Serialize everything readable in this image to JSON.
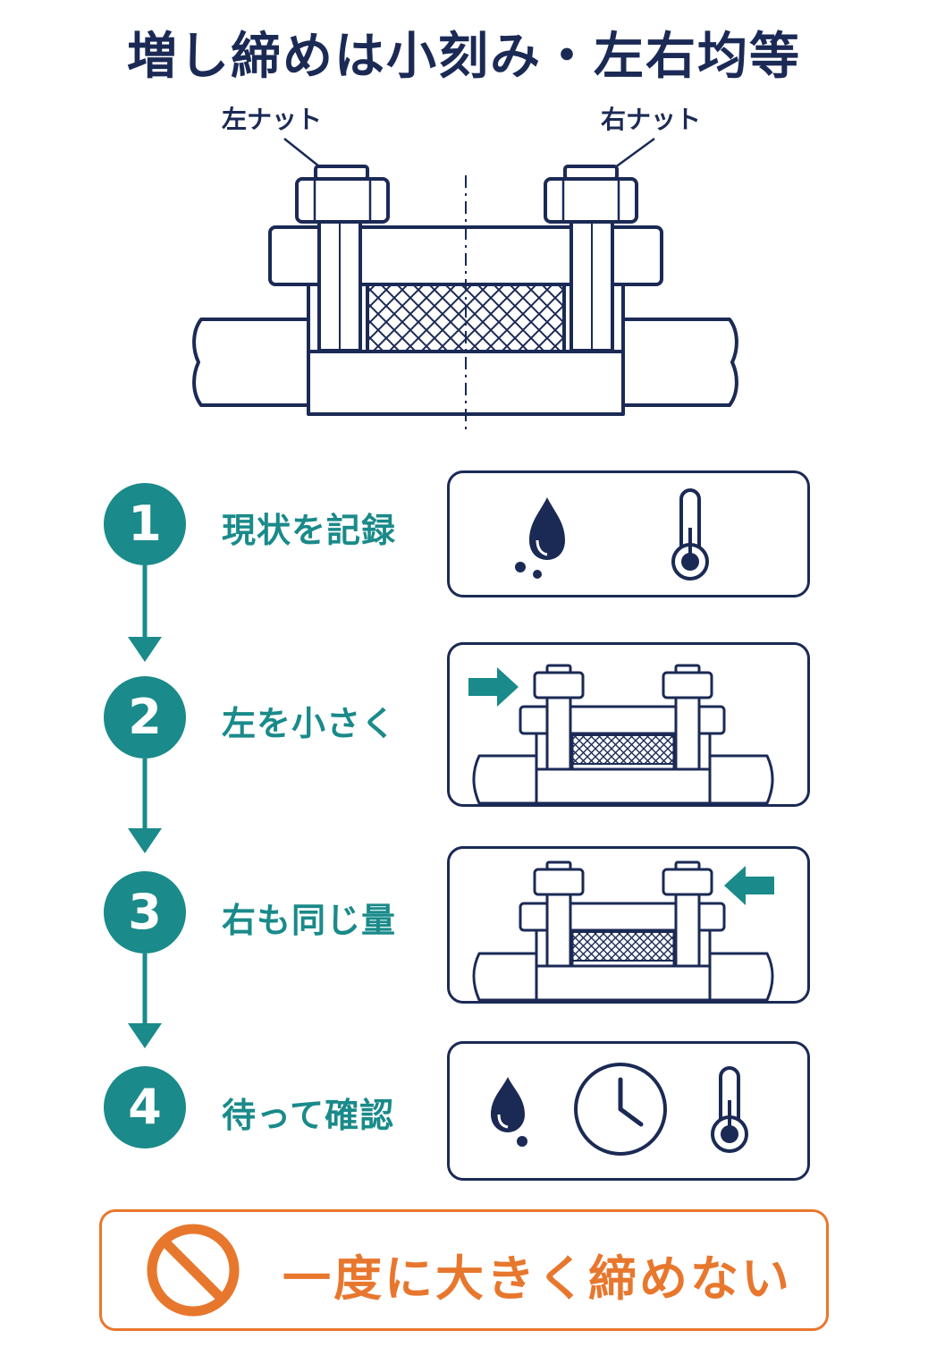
{
  "title": "増し締めは小刻み・左右均等",
  "labels": {
    "left_nut": "左ナット",
    "right_nut": "右ナット"
  },
  "steps": [
    {
      "number": "1",
      "label": "現状を記録"
    },
    {
      "number": "2",
      "label": "左を小さく"
    },
    {
      "number": "3",
      "label": "右も同じ量"
    },
    {
      "number": "4",
      "label": "待って確認"
    }
  ],
  "step_icons": {
    "1": [
      "water-drop-icon",
      "thermometer-icon"
    ],
    "2": [
      "arrow-right-icon",
      "flange-left-tighten-icon"
    ],
    "3": [
      "arrow-left-icon",
      "flange-right-tighten-icon"
    ],
    "4": [
      "water-drop-icon",
      "clock-icon",
      "thermometer-icon"
    ]
  },
  "warning": {
    "text": "一度に大きく締めない",
    "icon": "prohibited-icon"
  },
  "colors": {
    "navy": "#1b2a55",
    "teal": "#1a8a8a",
    "orange": "#e8772e",
    "white": "#ffffff"
  }
}
